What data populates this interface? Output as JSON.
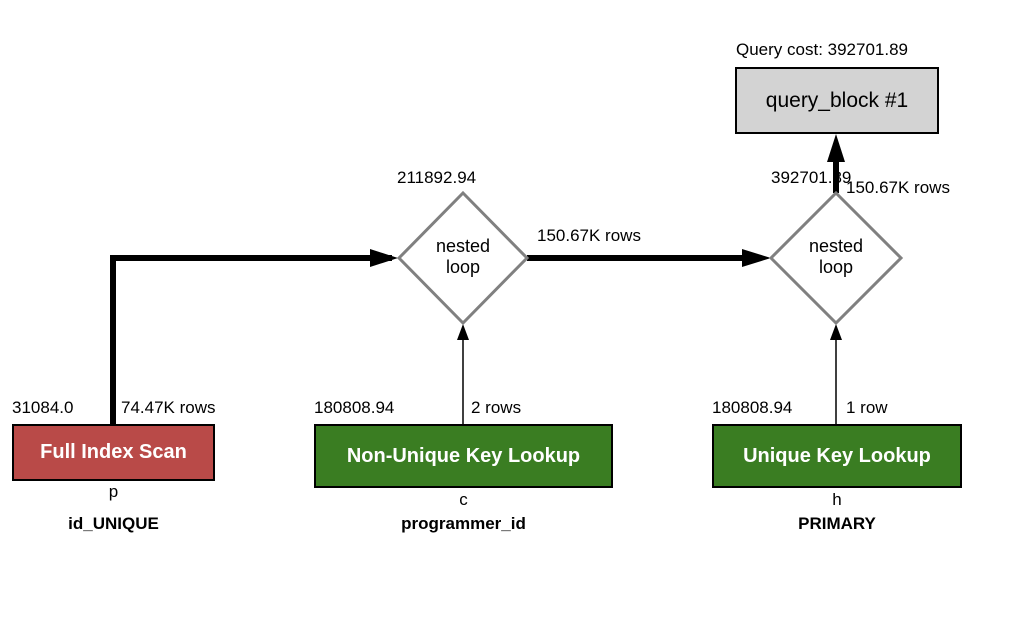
{
  "query_cost": "Query cost: 392701.89",
  "root": {
    "label": "query_block #1"
  },
  "nested_loops": [
    {
      "cost": "211892.94",
      "label_line1": "nested",
      "label_line2": "loop",
      "output_rows": "150.67K rows"
    },
    {
      "cost": "392701.89",
      "label_line1": "nested",
      "label_line2": "loop",
      "output_rows": "150.67K rows"
    }
  ],
  "operations": [
    {
      "label": "Full Index Scan",
      "cost": "31084.0",
      "rows": "74.47K rows",
      "table": "p",
      "key": "id_UNIQUE",
      "color": "#b94a48"
    },
    {
      "label": "Non-Unique Key Lookup",
      "cost": "180808.94",
      "rows": "2 rows",
      "table": "c",
      "key": "programmer_id",
      "color": "#3a7d22"
    },
    {
      "label": "Unique Key Lookup",
      "cost": "180808.94",
      "rows": "1 row",
      "table": "h",
      "key": "PRIMARY",
      "color": "#3a7d22"
    }
  ]
}
